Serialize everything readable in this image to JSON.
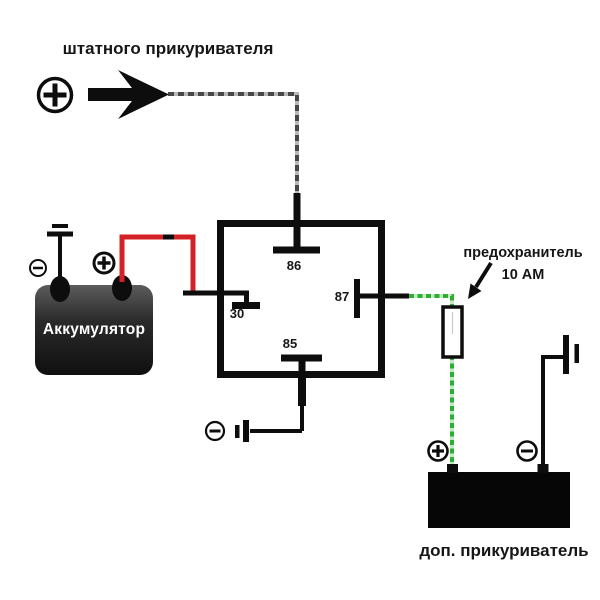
{
  "labels": {
    "source": "штатного прикуривателя",
    "battery": "Аккумулятор",
    "fuse_line1": "предохранитель",
    "fuse_line2": "10 АМ",
    "load": "доп. прикуриватель"
  },
  "relay": {
    "pin_86": "86",
    "pin_87": "87",
    "pin_30": "30",
    "pin_85": "85"
  },
  "icons": {
    "plus": "+",
    "minus": "−",
    "source_arrow": "arrow-right",
    "grounds": [
      "battery-ground",
      "relay-85-ground",
      "load-negative-ground"
    ]
  },
  "colors": {
    "positive_wire": "#d42027",
    "fused_wire": "#2fae2f",
    "signal_wire_dash": "#474747",
    "line_black": "#0d0d0d"
  }
}
